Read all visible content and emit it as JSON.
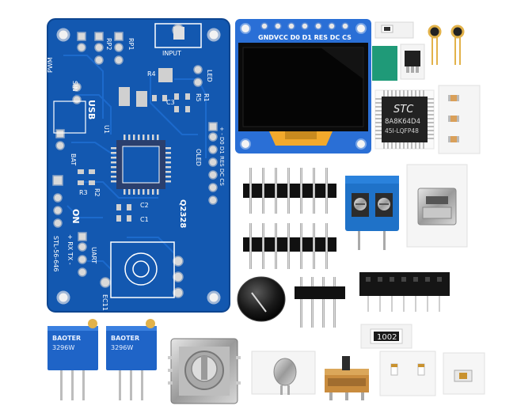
{
  "pcb": {
    "labels": {
      "pwm": "PWM",
      "sin": "SIN",
      "rp2": "RP2",
      "rp1": "RP1",
      "input": "INPUT",
      "r4": "R4",
      "led": "LED",
      "usb": "USB",
      "c3": "C3",
      "r5": "R5",
      "r1": "R1",
      "u1": "U1",
      "bat": "BAT",
      "r3": "R3",
      "r2": "R2",
      "c2": "C2",
      "c1": "C1",
      "on": "ON",
      "uart": "UART",
      "uart_pins": "+ RX TX -",
      "model": "STL-56-646",
      "ec11": "EC11",
      "q2328": "Q2328",
      "oled": "OLED",
      "oled_pins": "+ - D0 D1 RES DC CS"
    }
  },
  "oled_module": {
    "pin_labels": "GNDVCC D0  D1 RES DC  CS"
  },
  "chip": {
    "brand": "STC",
    "part": "8A8K64D4",
    "package": "45I-LQFP48"
  },
  "resistor_1002": {
    "code": "1002"
  },
  "trimpot": {
    "brand": "BAOTER",
    "code": "3296W"
  },
  "colors": {
    "pcb_blue": "#1358b0",
    "pcb_dark": "#0d4590",
    "silk": "#ffffff",
    "oled_blue": "#2a6fd6",
    "gold": "#e2b24a",
    "terminal_blue": "#1f72c8"
  }
}
